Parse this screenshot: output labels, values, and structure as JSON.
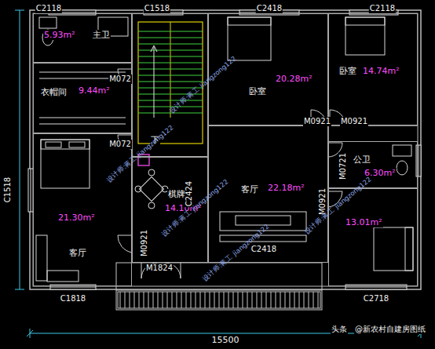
{
  "diagram": {
    "nodes": [
      {
        "text": [
          "5.93m²",
          "主卫"
        ]
      },
      {
        "text": [
          "衣帽间",
          "9.44m²"
        ]
      },
      {
        "text": [
          "21.30m²",
          "客厅"
        ]
      },
      {
        "text": [
          "下"
        ]
      },
      {
        "text": [
          "棋牌室",
          "14.10m²"
        ]
      },
      {
        "text": [
          "卧室",
          "20.28m²"
        ]
      },
      {
        "text": [
          "卧室",
          "14.74m²"
        ]
      },
      {
        "text": [
          "公卫",
          "6.30m²"
        ]
      },
      {
        "text": [
          "客厅",
          "22.18m²"
        ]
      },
      {
        "text": [
          "13.01m²"
        ]
      }
    ],
    "labels": [
      "C2118",
      "C1518",
      "C2418",
      "C2118",
      "C1518",
      "M072",
      "M072",
      "M0921",
      "C2424",
      "M0921",
      "M0921",
      "M0721",
      "M0921",
      "C2418",
      "M1824",
      "C1818",
      "C2718",
      "15500",
      "设计师:蒋工 jiangzong122",
      "设计师:蒋工 jiangzong122",
      "设计师:蒋工 jiangzong122",
      "设计师:蒋工 jiangzong122",
      "设计师:蒋工 jiangzong122",
      "头条",
      "@新农村自建房图纸"
    ]
  }
}
